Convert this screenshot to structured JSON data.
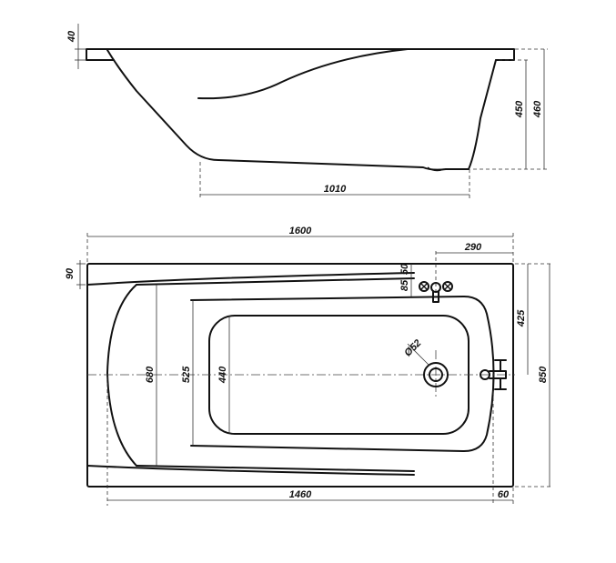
{
  "dimensions": {
    "side_flange": "40",
    "side_bottom_length": "1010",
    "side_depth": "450",
    "side_height": "460",
    "top_length": "1600",
    "top_offset": "290",
    "top_rim": "90",
    "top_gap_a": "50",
    "top_gap_b": "85",
    "top_half": "425",
    "top_width": "850",
    "top_inner_680": "680",
    "top_inner_525": "525",
    "top_inner_440": "440",
    "drain_dia": "Ø52",
    "top_bottom_1460": "1460",
    "top_bottom_60": "60"
  }
}
